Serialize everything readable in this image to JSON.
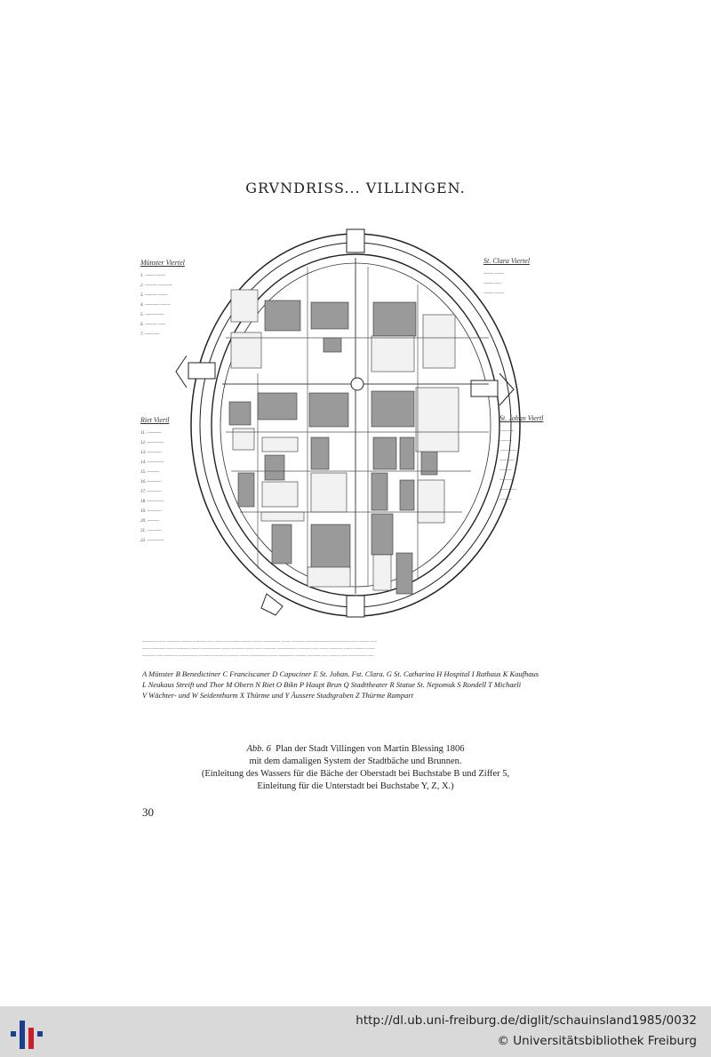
{
  "map": {
    "title": "GRVNDRISS... VILLINGEN."
  },
  "quarters": {
    "muenster": {
      "heading": "Münster Viertel"
    },
    "clara": {
      "heading": "St. Clara Viertel"
    },
    "riet": {
      "heading": "Riet Viertl"
    },
    "johann": {
      "heading": "St. Johan Viertl"
    }
  },
  "legend": {
    "line1": "A Münster B Benedictiner C Franciscaner D Capuciner E St. Johan. Fst. Clara. G St. Catharina H Hospital I Rathaus K Kaufhaus",
    "line2": "L Neukaus Streift und Thor M Obern N Riet O Bikn P Haupt Brun Q Stadttheater R Statue St. Nepomuk S Rondell T Michaeli",
    "line3": "V Wächter- und W Seidenthurm X Thürme und Y Äussere Stadtgraben Z Thürme Rampart"
  },
  "caption": {
    "abb": "Abb. 6",
    "line1": "Plan der Stadt Villingen von Martin Blessing 1806",
    "line2": "mit dem damaligen System der Stadtbäche und Brunnen.",
    "line3": "(Einleitung des Wassers für die Bäche der Oberstadt bei Buchstabe B und Ziffer 5,",
    "line4": "Einleitung für die Unterstadt bei Buchstabe Y, Z, X.)"
  },
  "page_number": "30",
  "footer": {
    "url": "http://dl.ub.uni-freiburg.de/diglit/schauinsland1985/0032",
    "copyright": "© Universitätsbibliothek Freiburg"
  },
  "colors": {
    "footer_bg": "#d9d9d9",
    "logo_blue": "#1c3f8c",
    "logo_red": "#c8202a",
    "block_fill": "#9a9a9a"
  }
}
